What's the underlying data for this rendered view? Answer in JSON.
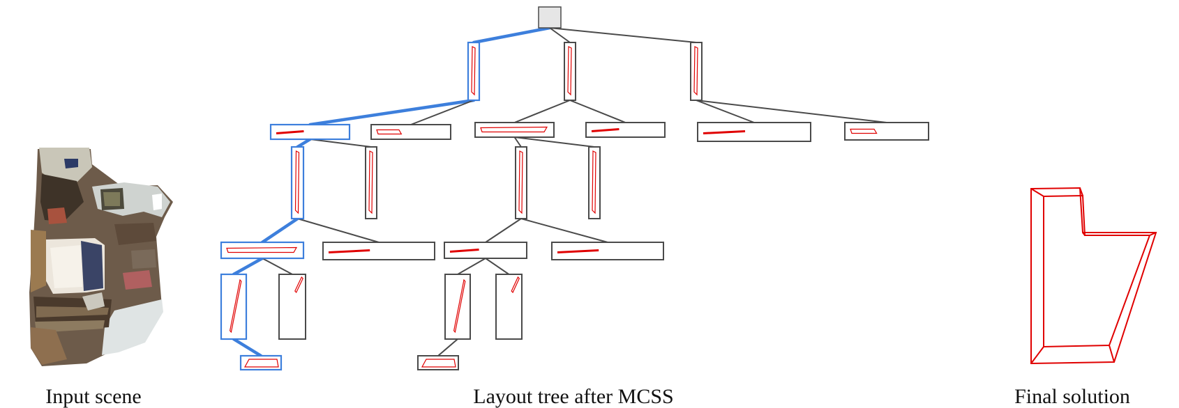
{
  "captions": {
    "input": "Input scene",
    "tree": "Layout tree after MCSS",
    "final": "Final solution"
  },
  "colors": {
    "highlight": "#3d7fdc",
    "edge": "#4a4a4a",
    "node_border": "#4a4a4a",
    "wall": "#e00000",
    "root_fill": "#e6e6e6"
  },
  "tree": {
    "nodes": [
      {
        "id": "root",
        "kind": "root"
      },
      {
        "id": "n1",
        "kind": "vertical",
        "highlight": true
      },
      {
        "id": "n2",
        "kind": "vertical"
      },
      {
        "id": "n3",
        "kind": "vertical"
      },
      {
        "id": "n4",
        "kind": "horizontal",
        "highlight": true
      },
      {
        "id": "n5",
        "kind": "horizontal"
      },
      {
        "id": "n6",
        "kind": "horizontal"
      },
      {
        "id": "n7",
        "kind": "horizontal"
      },
      {
        "id": "n8",
        "kind": "horizontal"
      },
      {
        "id": "n9",
        "kind": "horizontal"
      },
      {
        "id": "n10",
        "kind": "vertical",
        "highlight": true
      },
      {
        "id": "n11",
        "kind": "vertical"
      },
      {
        "id": "n12",
        "kind": "vertical"
      },
      {
        "id": "n13",
        "kind": "vertical"
      },
      {
        "id": "n14",
        "kind": "horizontal",
        "highlight": true
      },
      {
        "id": "n15",
        "kind": "horizontal"
      },
      {
        "id": "n16",
        "kind": "horizontal"
      },
      {
        "id": "n17",
        "kind": "horizontal"
      },
      {
        "id": "n18",
        "kind": "vertical",
        "highlight": true
      },
      {
        "id": "n19",
        "kind": "vertical"
      },
      {
        "id": "n20",
        "kind": "vertical"
      },
      {
        "id": "n21",
        "kind": "vertical"
      },
      {
        "id": "n22",
        "kind": "small",
        "highlight": true
      },
      {
        "id": "n23",
        "kind": "small"
      }
    ],
    "edges": [
      {
        "from": "root",
        "to": "n1",
        "highlight": true
      },
      {
        "from": "root",
        "to": "n2"
      },
      {
        "from": "root",
        "to": "n3"
      },
      {
        "from": "n1",
        "to": "n4",
        "highlight": true
      },
      {
        "from": "n1",
        "to": "n5"
      },
      {
        "from": "n2",
        "to": "n6"
      },
      {
        "from": "n2",
        "to": "n7"
      },
      {
        "from": "n3",
        "to": "n8"
      },
      {
        "from": "n3",
        "to": "n9"
      },
      {
        "from": "n4",
        "to": "n10",
        "highlight": true
      },
      {
        "from": "n4",
        "to": "n11"
      },
      {
        "from": "n6",
        "to": "n12"
      },
      {
        "from": "n6",
        "to": "n13"
      },
      {
        "from": "n10",
        "to": "n14",
        "highlight": true
      },
      {
        "from": "n10",
        "to": "n15"
      },
      {
        "from": "n12",
        "to": "n16"
      },
      {
        "from": "n12",
        "to": "n17"
      },
      {
        "from": "n14",
        "to": "n18",
        "highlight": true
      },
      {
        "from": "n14",
        "to": "n19"
      },
      {
        "from": "n16",
        "to": "n20"
      },
      {
        "from": "n16",
        "to": "n21"
      },
      {
        "from": "n18",
        "to": "n22",
        "highlight": true
      },
      {
        "from": "n20",
        "to": "n23"
      }
    ]
  }
}
